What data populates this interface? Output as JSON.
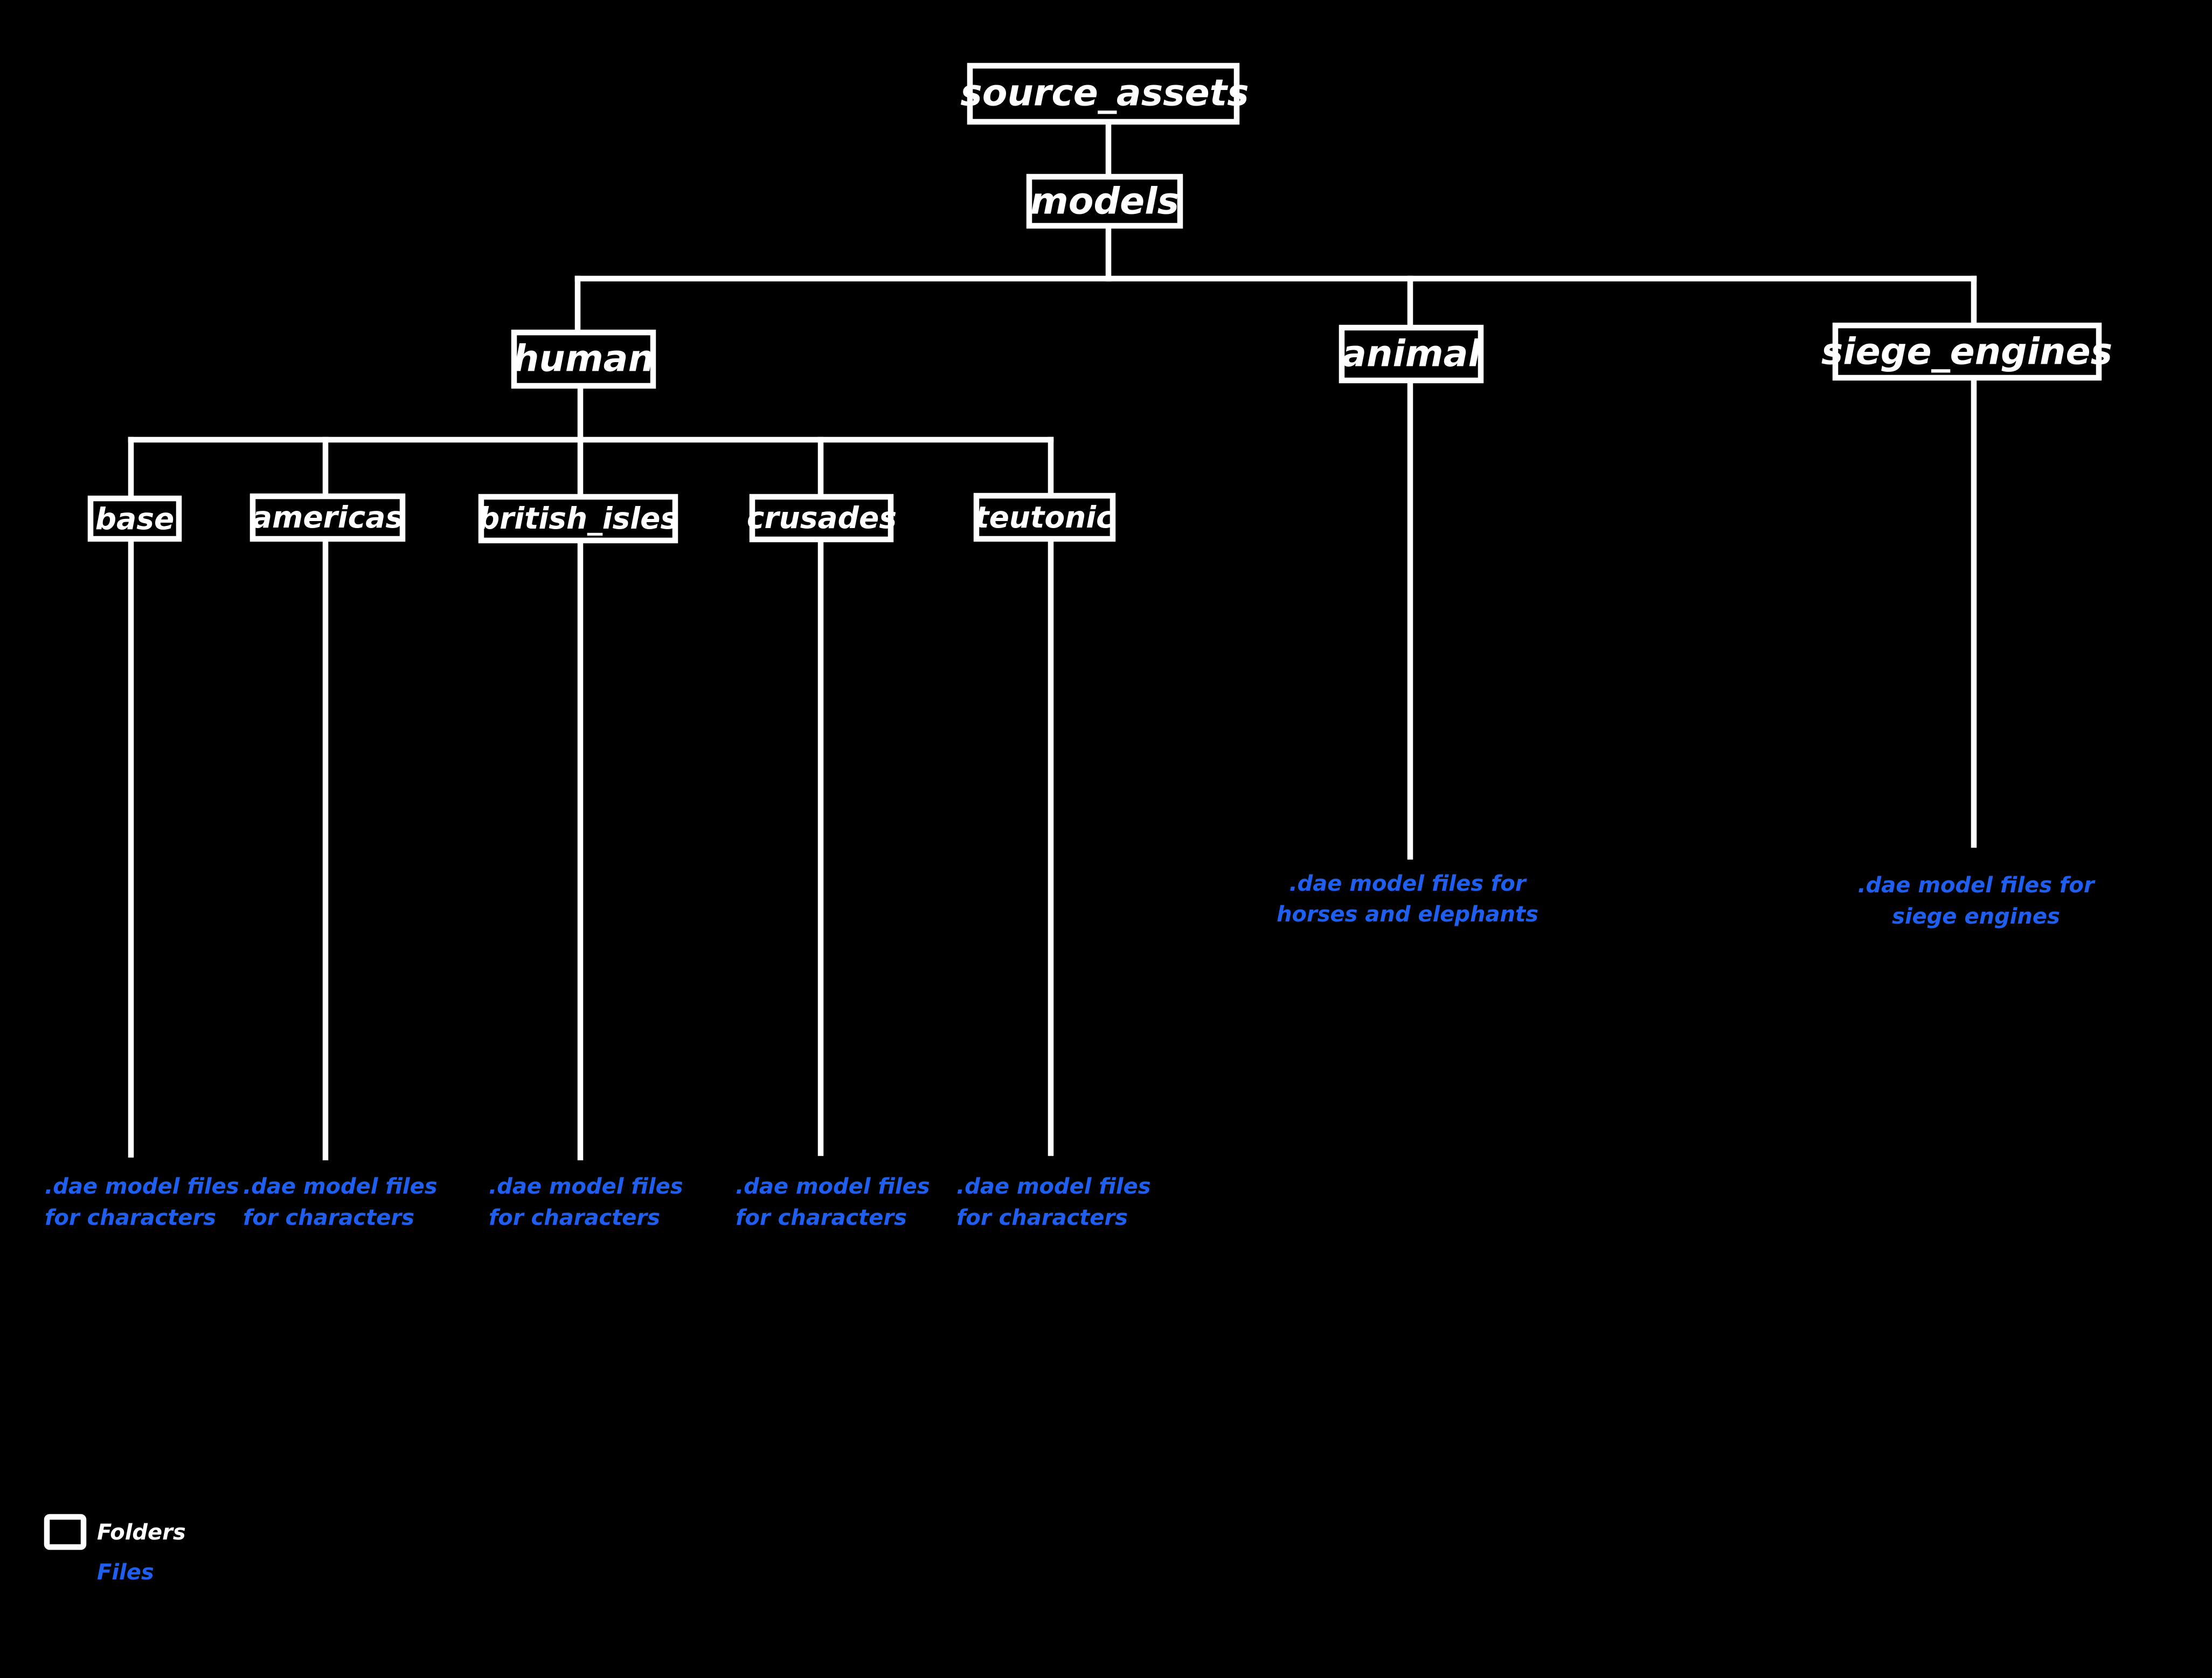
{
  "colors": {
    "background": "#000000",
    "folder": "#ffffff",
    "file": "#1f5ff0"
  },
  "folders": {
    "source_assets": "source_assets",
    "models": "models",
    "human": "human",
    "animal": "animal",
    "siege_engines": "siege_engines",
    "base": "base",
    "americas": "americas",
    "british_isles": "british_isles",
    "crusades": "crusades",
    "teutonic": "teutonic"
  },
  "files": {
    "base": [
      ".dae model files",
      "for characters"
    ],
    "americas": [
      ".dae model files",
      "for characters"
    ],
    "british_isles": [
      ".dae model files",
      "for characters"
    ],
    "crusades": [
      ".dae model files",
      "for characters"
    ],
    "teutonic": [
      ".dae model files",
      "for characters"
    ],
    "animal": [
      ".dae  model files for",
      "horses and elephants"
    ],
    "siege_engines": [
      ".dae  model files for",
      "siege engines"
    ]
  },
  "legend": {
    "folders_label": "Folders",
    "files_label": "Files"
  }
}
